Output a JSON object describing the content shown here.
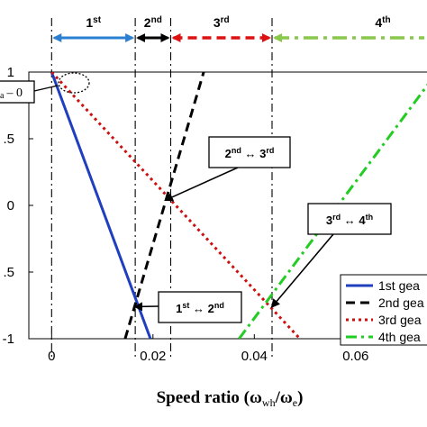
{
  "chart_data": {
    "type": "line",
    "xlabel": "Speed ratio (ω",
    "xlabel_sub1": "wh",
    "xlabel_mid": "/ω",
    "xlabel_sub2": "e",
    "xlabel_end": ")",
    "xlim": [
      -0.0045,
      0.0755
    ],
    "ylim": [
      -1,
      1
    ],
    "x_ticks": [
      0,
      0.02,
      0.04,
      0.06
    ],
    "x_tick_labels": [
      "0",
      "0.02",
      "0.04",
      "0.06"
    ],
    "y_ticks": [
      1,
      0.5,
      0,
      -0.5,
      -1
    ],
    "y_tick_labels": [
      "1",
      ".5",
      "0",
      ".5",
      "-1"
    ],
    "series": [
      {
        "name": "1st gea",
        "color": "#1f3fbf",
        "dash": "",
        "points": [
          [
            0,
            1
          ],
          [
            0.0195,
            -1
          ]
        ]
      },
      {
        "name": "2nd gea",
        "color": "#000000",
        "dash": "10,6",
        "points": [
          [
            0.0145,
            -1
          ],
          [
            0.03,
            1
          ]
        ]
      },
      {
        "name": "3rd gea",
        "color": "#cc1010",
        "dash": "3,4",
        "points": [
          [
            0,
            1
          ],
          [
            0.049,
            -1
          ]
        ]
      },
      {
        "name": "4th gea",
        "color": "#22cc22",
        "dash": "12,5,3,5",
        "points": [
          [
            0.037,
            -1
          ],
          [
            0.0755,
            0.97
          ]
        ]
      }
    ],
    "shift_lines_x": [
      0,
      0.0165,
      0.0235,
      0.0435
    ],
    "gear_ranges": [
      {
        "label": "1",
        "sup": "st",
        "x_from": 0,
        "x_to": 0.0165,
        "color": "#2a7fd0",
        "style": "solid",
        "arrow": "both"
      },
      {
        "label": "2",
        "sup": "nd",
        "x_from": 0.0165,
        "x_to": 0.0235,
        "color": "#000000",
        "style": "solid",
        "arrow": "both"
      },
      {
        "label": "3",
        "sup": "rd",
        "x_from": 0.0235,
        "x_to": 0.0435,
        "color": "#dd1111",
        "style": "dashed",
        "arrow": "both"
      },
      {
        "label": "4",
        "sup": "th",
        "x_from": 0.0435,
        "x_to": 0.0755,
        "color": "#88c84a",
        "style": "dashdot",
        "arrow": "left"
      }
    ],
    "annotations": [
      {
        "text_a": "2",
        "sup_a": "nd",
        "text_b": "3",
        "sup_b": "rd",
        "target": [
          0.0225,
          0.04
        ]
      },
      {
        "text_a": "3",
        "sup_a": "rd",
        "text_b": "4",
        "sup_b": "th",
        "target": [
          0.0435,
          -0.76
        ]
      },
      {
        "text_a": "1",
        "sup_a": "st",
        "text_b": "2",
        "sup_b": "nd",
        "target": [
          0.0165,
          -0.76
        ]
      }
    ],
    "origin_label_main": "a",
    "origin_label_rest": "– 0",
    "legend_position": "bottom-right",
    "grid": false
  }
}
